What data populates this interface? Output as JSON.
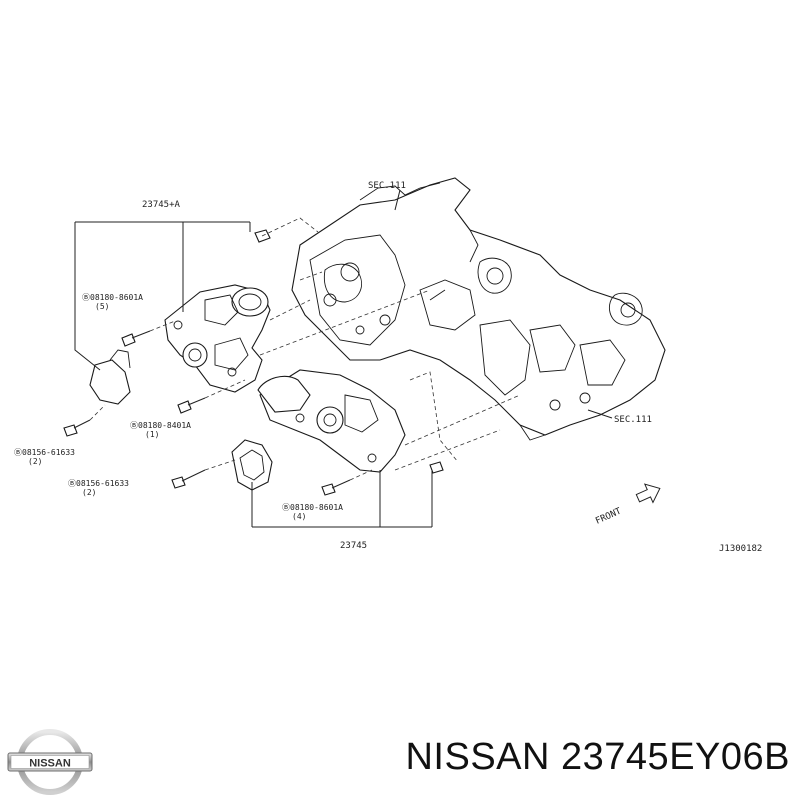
{
  "diagram": {
    "labels": {
      "upper_assembly": "23745+A",
      "lower_assembly": "23745",
      "sec_top": "SEC.111",
      "sec_right": "SEC.111",
      "bolt_a": "Ⓑ08180-8601A",
      "bolt_a_qty": "(5)",
      "bolt_b": "Ⓑ08180-8401A",
      "bolt_b_qty": "(1)",
      "bolt_c": "Ⓑ08156-61633",
      "bolt_c_qty": "(2)",
      "bolt_d": "Ⓑ08156-61633",
      "bolt_d_qty": "(2)",
      "bolt_e": "Ⓑ08180-8601A",
      "bolt_e_qty": "(4)",
      "front": "FRONT",
      "figure_code": "J1300182"
    }
  },
  "brand": {
    "logo_text": "NISSAN",
    "title": "NISSAN 23745EY06B"
  }
}
